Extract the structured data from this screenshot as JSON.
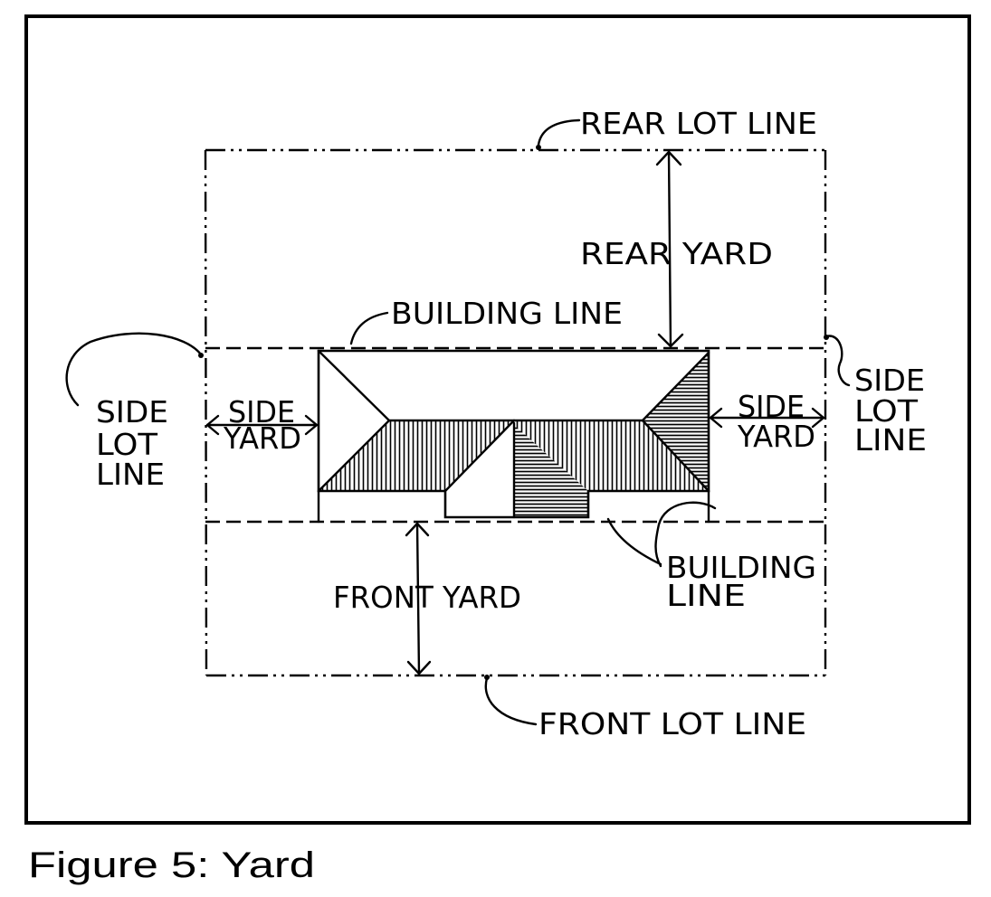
{
  "figure": {
    "caption": "Figure 5: Yard"
  },
  "labels": {
    "rear_lot_line": "REAR LOT LINE",
    "rear_yard": "REAR YARD",
    "building_line_top": "BUILDING LINE",
    "side_lot_line_left": [
      "SIDE",
      "LOT",
      "LINE"
    ],
    "side_yard_left": [
      "SIDE",
      "YARD"
    ],
    "side_yard_right": [
      "SIDE",
      "YARD"
    ],
    "side_lot_line_right": [
      "SIDE",
      "LOT",
      "LINE"
    ],
    "front_yard": "FRONT YARD",
    "building_line_bottom": [
      "BUILDING",
      "LINE"
    ],
    "front_lot_line": "FRONT LOT LINE"
  },
  "colors": {
    "ink": "#000000",
    "paper": "#ffffff"
  }
}
